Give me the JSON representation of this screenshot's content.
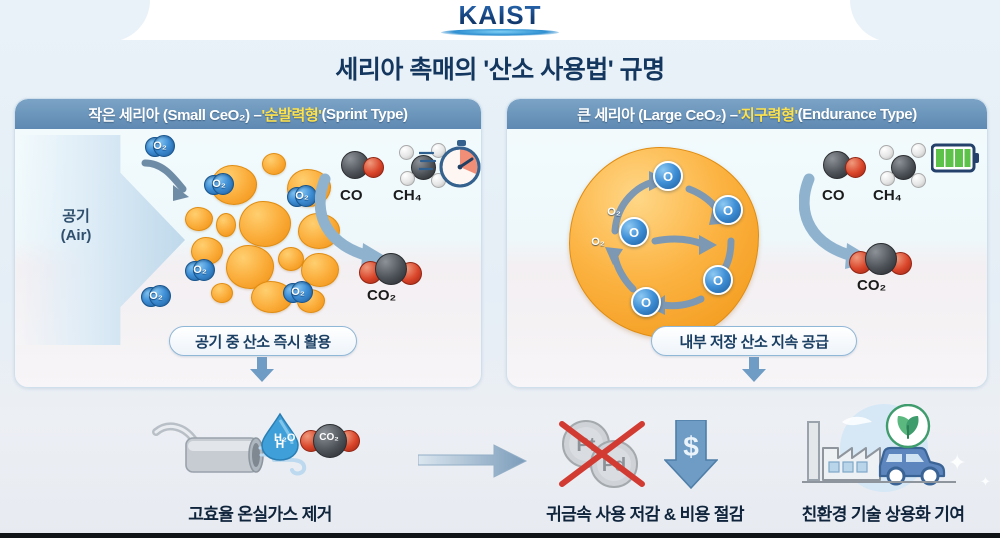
{
  "header": {
    "logo_text": "KAIST",
    "logo_icon": "kaist-swoosh-icon"
  },
  "title": "세리아 촉매의 '산소 사용법' 규명",
  "panels": [
    {
      "id": "sprint",
      "head_prefix": "작은 세리아 (Small CeO₂) – ",
      "head_highlight": "'순발력형'",
      "head_suffix": " (Sprint Type)",
      "air_label_line1": "공기",
      "air_label_line2": "(Air)",
      "o2_label": "O₂",
      "molecules": [
        {
          "name": "CO",
          "label": "CO"
        },
        {
          "name": "CH4",
          "label": "CH₄"
        },
        {
          "name": "CO2",
          "label": "CO₂"
        }
      ],
      "badge_icon": "stopwatch-icon",
      "pill_text": "공기 중 산소 즉시 활용"
    },
    {
      "id": "endurance",
      "head_prefix": "큰 세리아 (Large CeO₂) – ",
      "head_highlight": "'지구력형'",
      "head_suffix": " (Endurance Type)",
      "o2_label": "O₂",
      "o_atom_label": "O",
      "molecules": [
        {
          "name": "CO",
          "label": "CO"
        },
        {
          "name": "CH4",
          "label": "CH₄"
        },
        {
          "name": "CO2",
          "label": "CO₂"
        }
      ],
      "badge_icon": "battery-full-icon",
      "pill_text": "내부 저장 산소 지속 공급"
    }
  ],
  "outcomes": [
    {
      "id": "greenhouse",
      "label": "고효율 온실가스 제거",
      "icons": [
        "exhaust-pipe-icon",
        "water-drop-icon",
        "co2-molecule-icon"
      ],
      "drop_label": "H₂O",
      "co2_label": "CO₂"
    },
    {
      "id": "cost",
      "label": "귀금속 사용 저감 & 비용 절감",
      "icons": [
        "pt-coin-icon",
        "pd-coin-icon",
        "red-cross-icon",
        "dollar-down-arrow-icon"
      ],
      "coin1_label": "Pt",
      "coin2_label": "Pd",
      "dollar_label": "$"
    },
    {
      "id": "eco",
      "label": "친환경 기술 상용화 기여",
      "icons": [
        "factory-icon",
        "car-icon",
        "leaf-icon",
        "sparkle-icon"
      ]
    }
  ],
  "flow_arrow_icon": "right-arrow-icon",
  "colors": {
    "accent_blue": "#5f89b2",
    "highlight_yellow": "#ffe24a",
    "ceria_orange": "#fbae3c",
    "title_navy": "#14375f",
    "o2_blue": "#3f8fd6"
  }
}
